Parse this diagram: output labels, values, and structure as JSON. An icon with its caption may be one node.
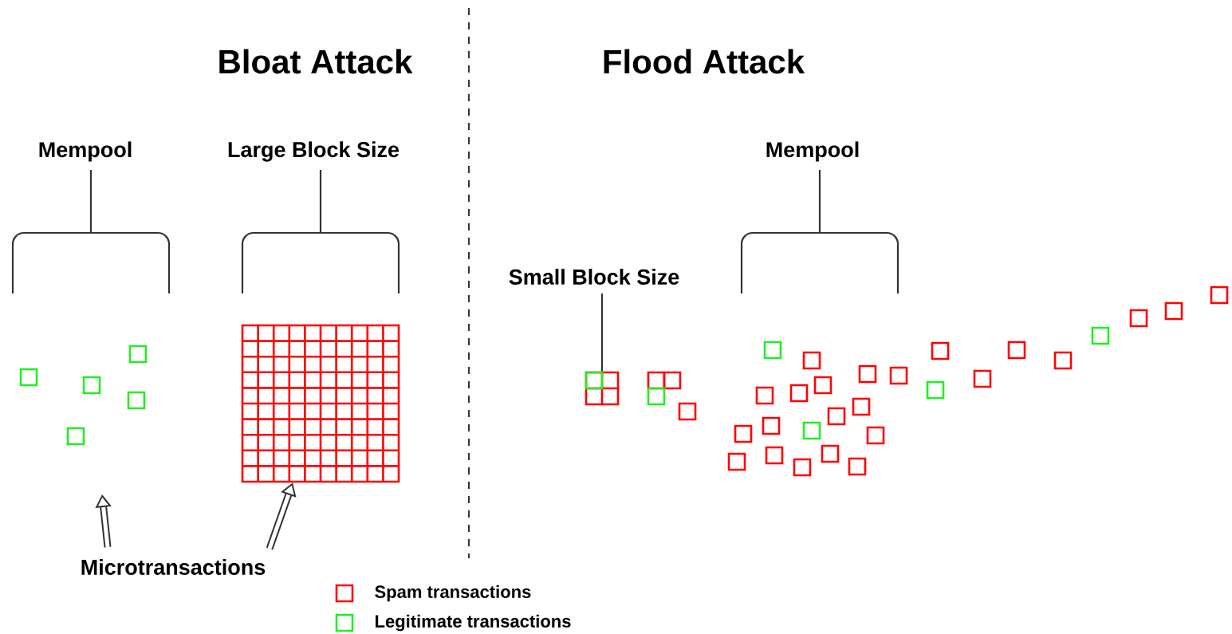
{
  "diagram": {
    "nodes": [
      {
        "text": [
          "Microtransactions"
        ]
      },
      {
        "text": [],
        "shape": "box"
      },
      {
        "text": [
          "Small Block Size"
        ]
      },
      {
        "text": [],
        "shape": "box"
      }
    ],
    "edges": [
      {
        "from": 0,
        "to": null,
        "arrow": "to"
      },
      {
        "from": 0,
        "to": 1,
        "arrow": "to"
      },
      {
        "from": 2,
        "to": 3,
        "arrow": "none"
      }
    ],
    "labels": [
      "Bloat Attack",
      "Flood Attack",
      "Mempool",
      "Large Block Size",
      "Mempool"
    ],
    "legend": [
      {
        "text": "Spam transactions",
        "color": "#ff0000"
      },
      {
        "text": "Legitimate transactions",
        "color": "#22ee22"
      }
    ]
  }
}
